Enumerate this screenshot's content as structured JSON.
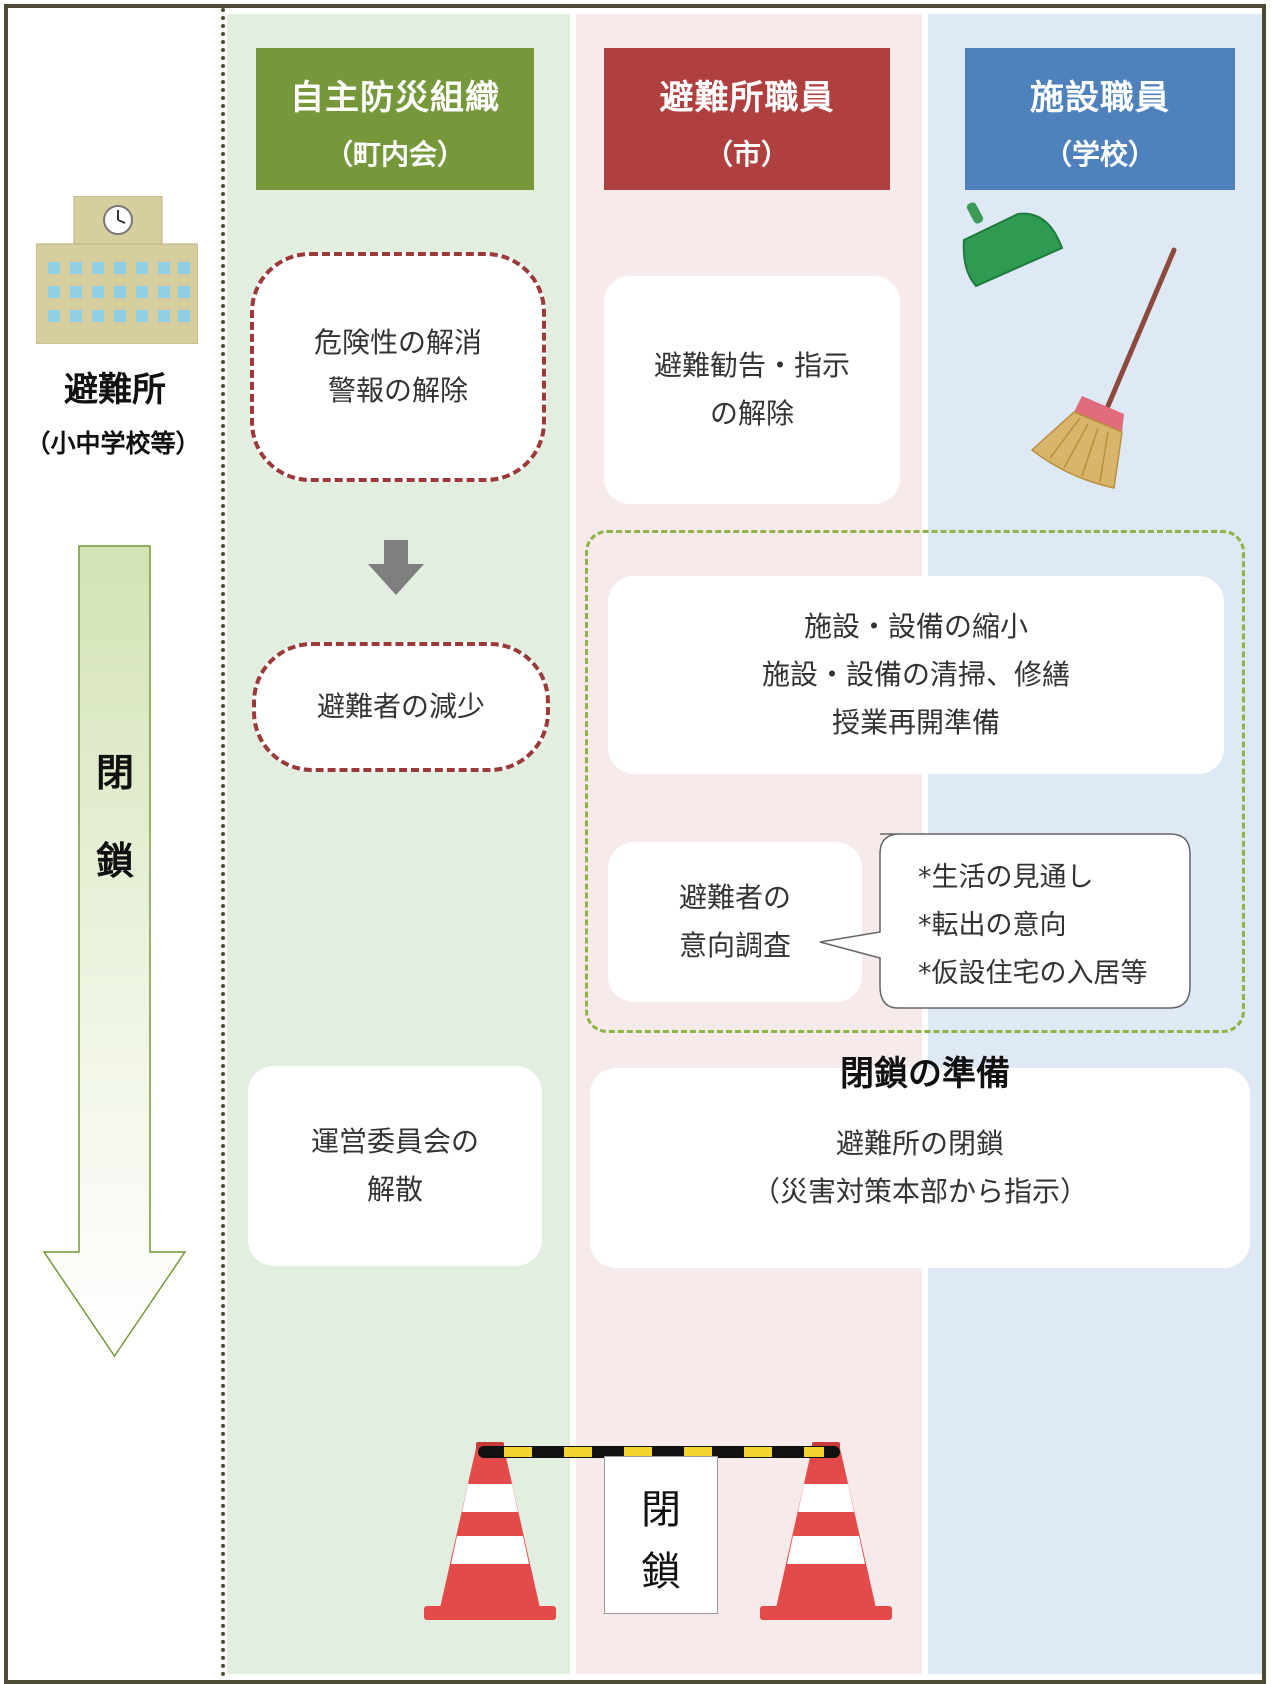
{
  "left_panel": {
    "title": "避難所",
    "subtitle": "（小中学校等）",
    "arrow_label_1": "閉",
    "arrow_label_2": "鎖"
  },
  "columns": [
    {
      "title": "自主防災組織",
      "subtitle": "（町内会）",
      "color": "#76983b",
      "bg": "#e2eee0"
    },
    {
      "title": "避難所職員",
      "subtitle": "（市）",
      "color": "#b04040",
      "bg": "#f7eaea"
    },
    {
      "title": "施設職員",
      "subtitle": "（学校）",
      "color": "#4f81bd",
      "bg": "#dfe9f5"
    }
  ],
  "boxes": {
    "danger_resolved": "危険性の解消\n警報の解除",
    "evacuees_decrease": "避難者の減少",
    "evac_order_lifted": "避難勧告・指示\nの解除",
    "facility_prep": "施設・設備の縮小\n施設・設備の清掃、修繕\n授業再開準備",
    "survey": "避難者の\n意向調査",
    "callout_items": [
      "*生活の見通し",
      "*転出の意向",
      "*仮設住宅の入居等"
    ],
    "closing_prep_label": "閉鎖の準備",
    "committee_dissolve": "運営委員会の\n解散",
    "shelter_closure": "避難所の閉鎖\n（災害対策本部から指示）"
  },
  "sign": {
    "char1": "閉",
    "char2": "鎖"
  }
}
